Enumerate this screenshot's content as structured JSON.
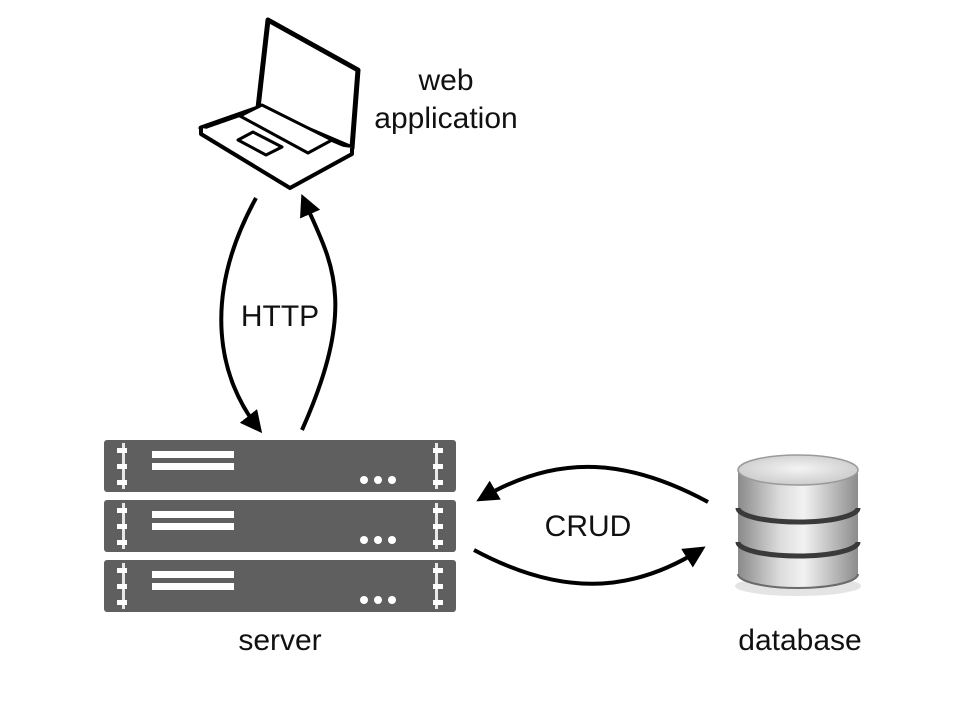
{
  "nodes": {
    "web_application": {
      "line1": "web",
      "line2": "application",
      "icon": "laptop-icon"
    },
    "server": {
      "label": "server",
      "icon": "server-rack-icon"
    },
    "database": {
      "label": "database",
      "icon": "database-icon"
    }
  },
  "connections": {
    "http": {
      "label": "HTTP"
    },
    "crud": {
      "label": "CRUD"
    }
  },
  "colors": {
    "line": "#000000",
    "server_body": "#5f5f5f",
    "text": "#111111"
  }
}
